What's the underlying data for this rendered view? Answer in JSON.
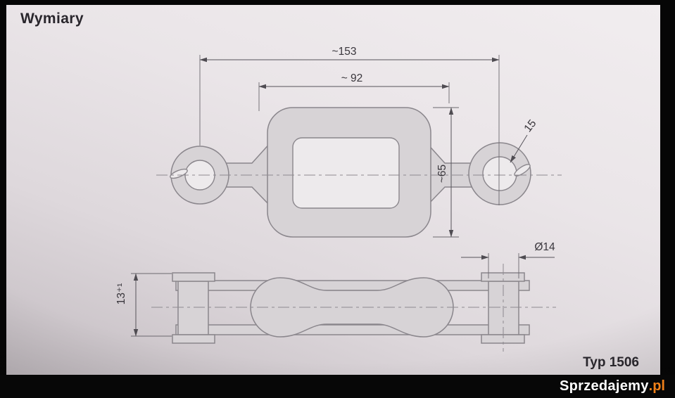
{
  "page": {
    "title": "Wymiary",
    "type_label": "Typ 1506"
  },
  "dimensions": {
    "overall_length": "~153",
    "inner_width": "~ 92",
    "body_height": "~65",
    "pin_size": "15",
    "hole_diameter": "Ø14",
    "plate_thickness": "13⁺¹"
  },
  "watermark": {
    "brand": "Sprzedajemy",
    "suffix": ".pl"
  },
  "colors": {
    "paper": "#eae5e8",
    "ink": "#39363c",
    "part_fill": "#d7d3d6",
    "watermark_accent": "#f08019",
    "frame": "#060606"
  }
}
